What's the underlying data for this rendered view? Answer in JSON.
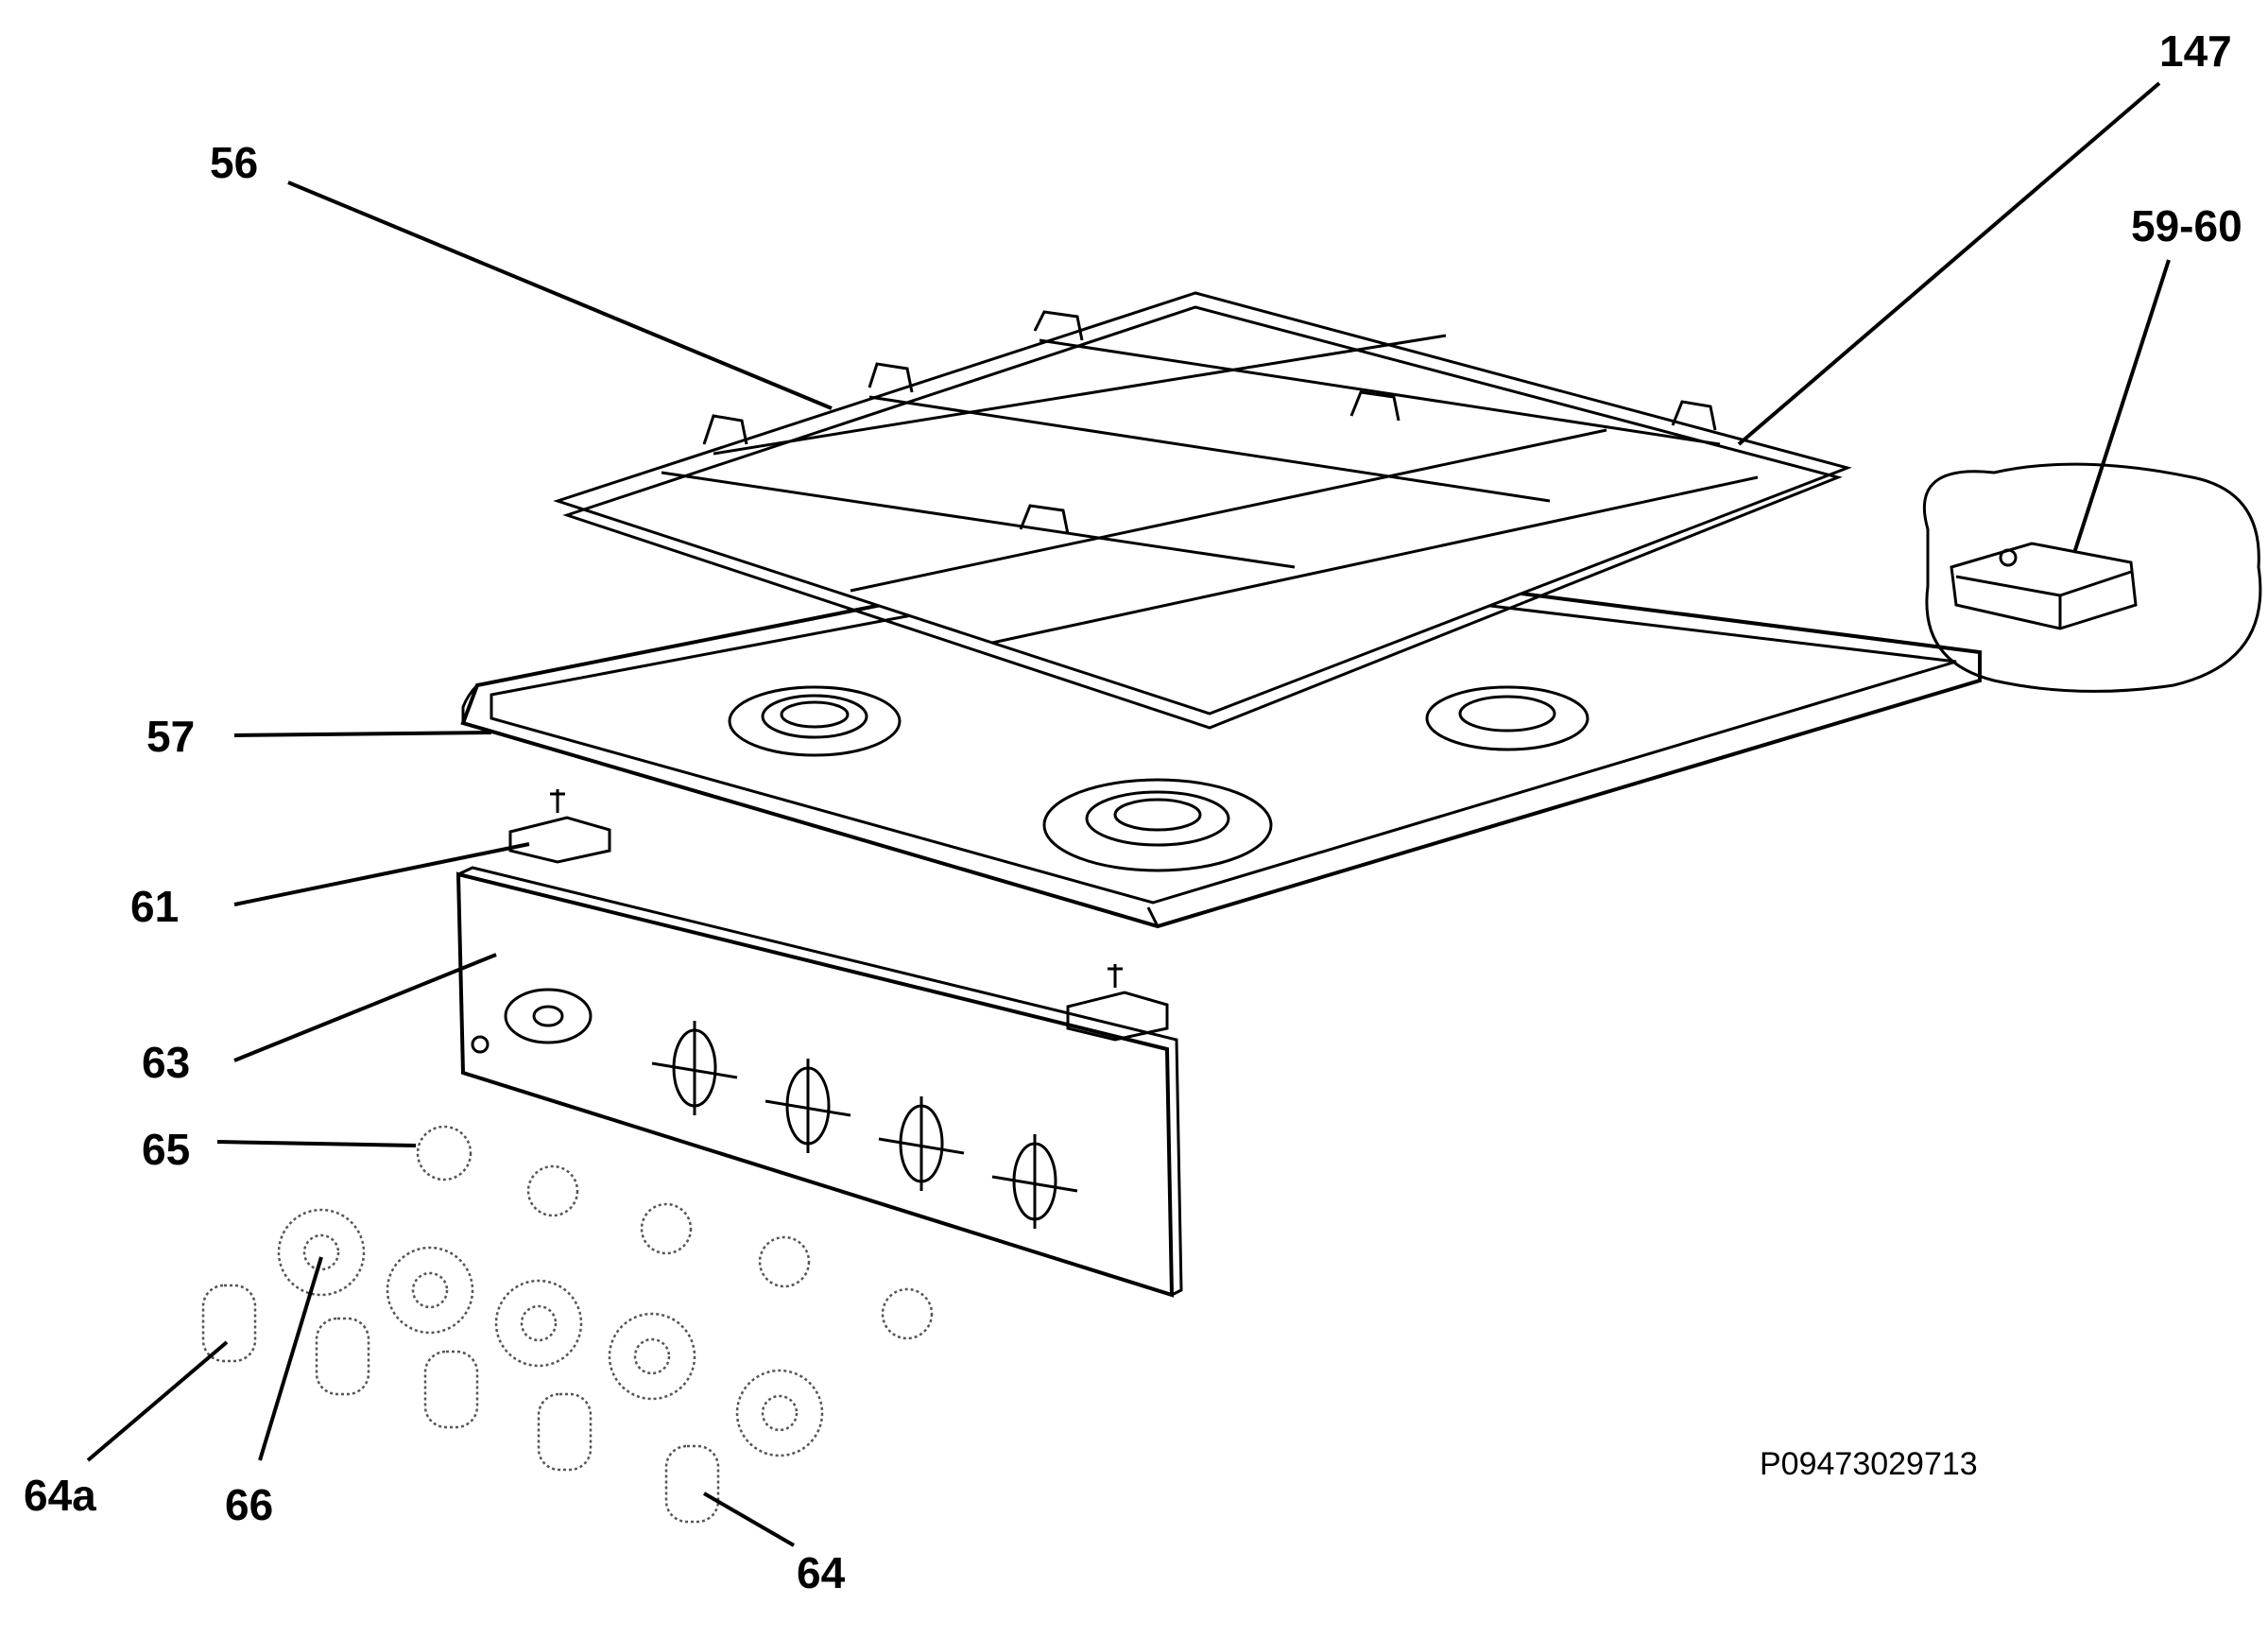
{
  "callouts": {
    "c56": "56",
    "c147": "147",
    "c59_60": "59-60",
    "c57": "57",
    "c61": "61",
    "c63": "63",
    "c65": "65",
    "c64a": "64a",
    "c66": "66",
    "c64": "64"
  },
  "diagram_code": "P09473029713"
}
